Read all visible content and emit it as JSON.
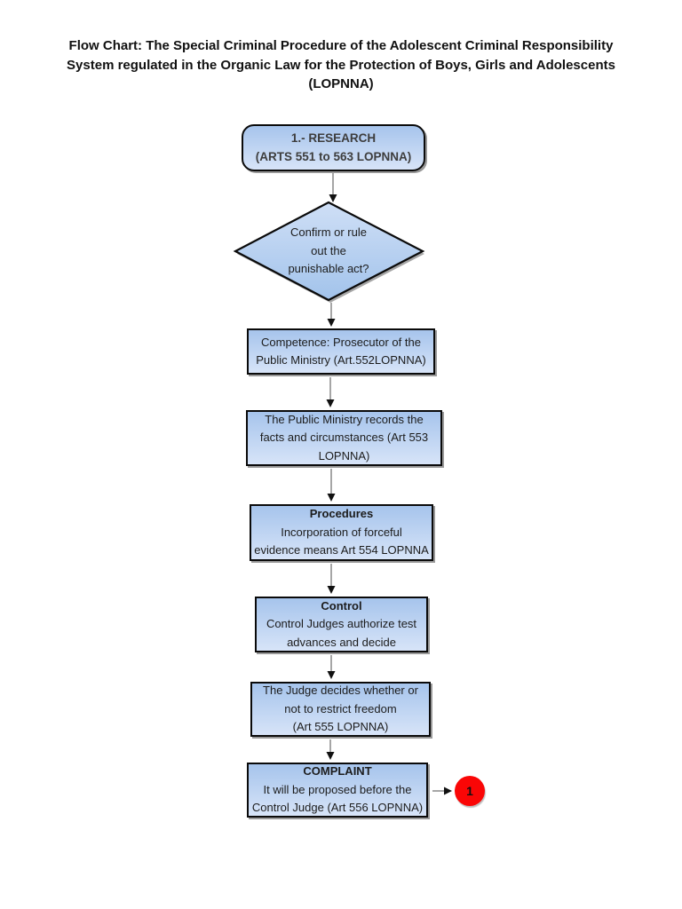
{
  "page": {
    "title_lines": [
      "Flow Chart: The Special Criminal Procedure of the Adolescent Criminal Responsibility",
      "System regulated in the Organic Law for the Protection of Boys, Girls and Adolescents",
      "(LOPNNA)"
    ]
  },
  "flowchart": {
    "nodes": {
      "research": {
        "shape": "rounded-rectangle",
        "lines": [
          "1.- RESEARCH",
          "(ARTS 551 to 563 LOPNNA)"
        ]
      },
      "decision": {
        "shape": "diamond",
        "lines": [
          "Confirm or rule",
          "out the",
          "punishable act?"
        ]
      },
      "competence": {
        "shape": "rectangle",
        "lines": [
          "Competence: Prosecutor of the",
          "Public Ministry (Art.552LOPNNA)"
        ]
      },
      "records": {
        "shape": "rectangle",
        "lines": [
          "The Public Ministry records the",
          "facts and circumstances (Art 553",
          "LOPNNA)"
        ]
      },
      "procedures": {
        "shape": "rectangle",
        "title": "Procedures",
        "lines": [
          "Incorporation of forceful",
          "evidence means Art 554 LOPNNA"
        ]
      },
      "control": {
        "shape": "rectangle",
        "title": "Control",
        "lines": [
          "Control Judges authorize test",
          "advances and decide"
        ]
      },
      "judge": {
        "shape": "rectangle",
        "lines": [
          "The Judge decides whether or",
          "not to restrict freedom",
          "(Art 555 LOPNNA)"
        ]
      },
      "complaint": {
        "shape": "rectangle",
        "title": "COMPLAINT",
        "lines": [
          "It will be proposed before the",
          "Control Judge (Art 556 LOPNNA)"
        ]
      }
    },
    "connector_badge_label": "1",
    "colors": {
      "title_color": "#111111",
      "node_text": "#1c1c1c",
      "research_text": "#3d3d3d",
      "box_fill_top": "#a6c4ec",
      "box_fill_bottom": "#d7e4f8",
      "diamond_fill_top": "#cfdff6",
      "diamond_fill_bottom": "#a2c3eb",
      "shape_border": "#0a0a0a",
      "arrow_line": "#7f7f7f",
      "arrow_head": "#111111",
      "badge_fill": "#fa0606"
    }
  }
}
